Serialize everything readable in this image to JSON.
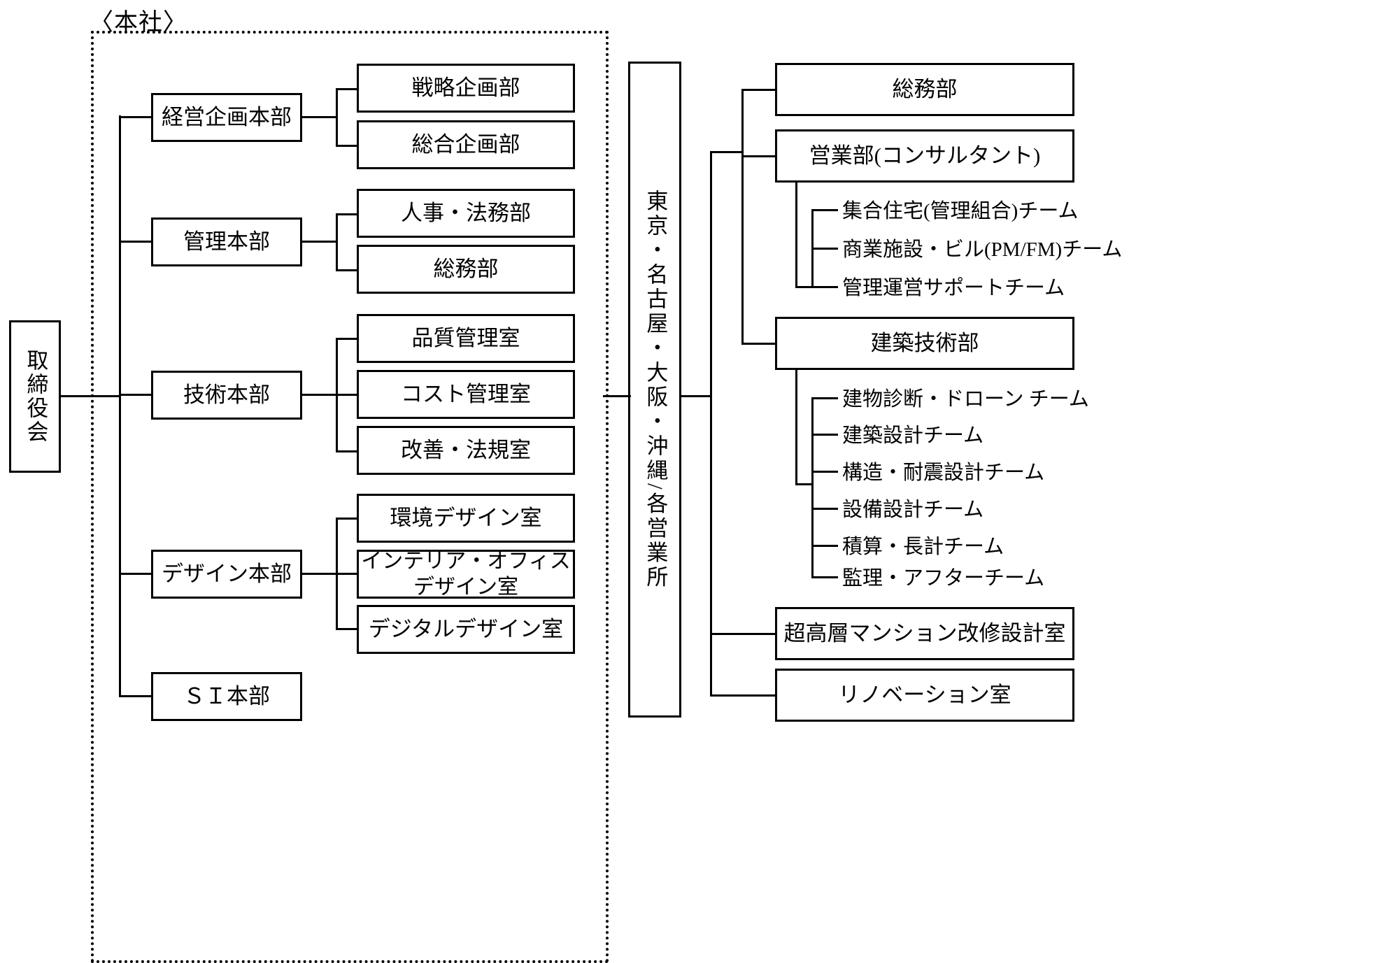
{
  "diagram": {
    "title": "〈本社〉",
    "root": {
      "label": "取締役会"
    },
    "branch_office": {
      "label": "東京・名古屋・大阪・沖縄/各営業所"
    },
    "hq_divisions": [
      {
        "label": "経営企画本部",
        "children": [
          {
            "label": "戦略企画部"
          },
          {
            "label": "総合企画部"
          }
        ]
      },
      {
        "label": "管理本部",
        "children": [
          {
            "label": "人事・法務部"
          },
          {
            "label": "総務部"
          }
        ]
      },
      {
        "label": "技術本部",
        "children": [
          {
            "label": "品質管理室"
          },
          {
            "label": "コスト管理室"
          },
          {
            "label": "改善・法規室"
          }
        ]
      },
      {
        "label": "デザイン本部",
        "children": [
          {
            "label": "環境デザイン室"
          },
          {
            "label": "インテリア・オフィス\nデザイン室"
          },
          {
            "label": "デジタルデザイン室"
          }
        ]
      },
      {
        "label": "ＳＩ本部",
        "children": []
      }
    ],
    "branch_departments": [
      {
        "label": "総務部",
        "teams": []
      },
      {
        "label": "営業部(コンサルタント)",
        "teams": [
          {
            "label": "集合住宅(管理組合)チーム"
          },
          {
            "label": "商業施設・ビル(PM/FM)チーム"
          },
          {
            "label": "管理運営サポートチーム"
          }
        ]
      },
      {
        "label": "建築技術部",
        "teams": [
          {
            "label": "建物診断・ドローン チーム"
          },
          {
            "label": "建築設計チーム"
          },
          {
            "label": "構造・耐震設計チーム"
          },
          {
            "label": "設備設計チーム"
          },
          {
            "label": "積算・長計チーム"
          },
          {
            "label": "監理・アフターチーム"
          }
        ]
      },
      {
        "label": "超高層マンション改修設計室",
        "teams": []
      },
      {
        "label": "リノベーション室",
        "teams": []
      }
    ],
    "colors": {
      "line": "#000000",
      "background": "#ffffff",
      "text": "#000000"
    }
  }
}
